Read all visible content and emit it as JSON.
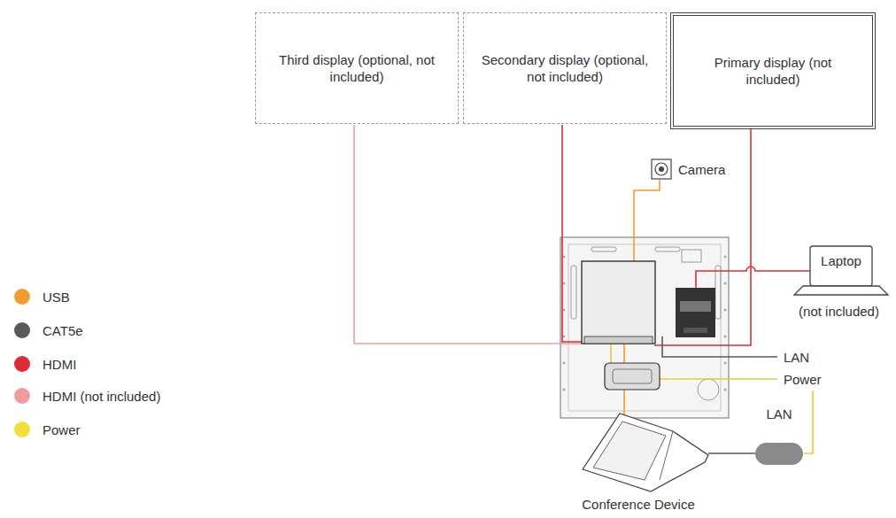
{
  "diagram": {
    "nodes": [
      {
        "text": [
          "Third display (optional, not included)"
        ]
      },
      {
        "text": [
          "Secondary display (optional, not included)"
        ]
      },
      {
        "text": [
          "Primary display (not included)"
        ]
      },
      {
        "text": [
          "Camera"
        ]
      },
      {
        "text": [
          "Laptop",
          "(not included)"
        ]
      },
      {
        "text": [
          "Conference Device"
        ]
      },
      {
        "text": [
          "LAN"
        ]
      }
    ],
    "edges": [
      {
        "from": 5,
        "to": 6,
        "arrow": "none"
      }
    ],
    "labels": [
      "LAN",
      "Power"
    ],
    "legend": [
      {
        "text": "USB",
        "color": "#f39c2e"
      },
      {
        "text": "CAT5e",
        "color": "#595959"
      },
      {
        "text": "HDMI",
        "color": "#e02b35"
      },
      {
        "text": "HDMI (not included)",
        "color": "#f39a9a"
      },
      {
        "text": "Power",
        "color": "#f2df3a"
      }
    ]
  }
}
